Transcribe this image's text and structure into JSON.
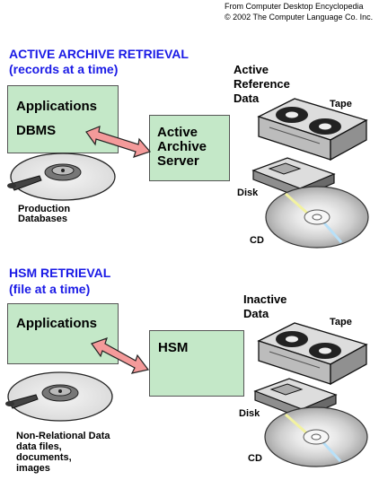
{
  "credit": {
    "line1": "From Computer Desktop Encyclopedia",
    "line2": "© 2002 The Computer Language Co. Inc."
  },
  "top": {
    "title_line1": "ACTIVE ARCHIVE RETRIEVAL",
    "title_line2": "(records at a time)",
    "app_box": {
      "line1": "Applications",
      "line2": "DBMS"
    },
    "server_box": {
      "line1": "Active",
      "line2": "Archive",
      "line3": "Server"
    },
    "disk_label": {
      "line1": "Production",
      "line2": "Databases"
    },
    "data_label": {
      "line1": "Active",
      "line2": "Reference",
      "line3": "Data"
    },
    "tape_label": "Tape",
    "disk_media_label": "Disk",
    "cd_label": "CD"
  },
  "bottom": {
    "title_line1": "HSM RETRIEVAL",
    "title_line2": "(file at a time)",
    "app_box": {
      "line1": "Applications"
    },
    "server_box": {
      "line1": "HSM"
    },
    "disk_label": {
      "line1": "Non-Relational Data",
      "line2": "data files,",
      "line3": "documents,",
      "line4": "images"
    },
    "data_label": {
      "line1": "Inactive",
      "line2": "Data"
    },
    "tape_label": "Tape",
    "disk_media_label": "Disk",
    "cd_label": "CD"
  },
  "colors": {
    "heading": "#1a1ae6",
    "box_fill": "#c4e8c8",
    "arrow_fill": "#f49a9a"
  }
}
